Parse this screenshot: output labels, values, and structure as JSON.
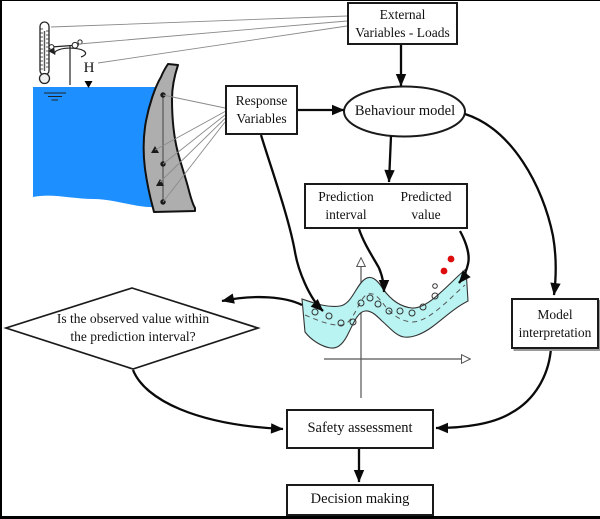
{
  "nodes": {
    "external_variables": {
      "line1": "External",
      "line2": "Variables - Loads"
    },
    "response_variables": {
      "line1": "Response",
      "line2": "Variables"
    },
    "behaviour_model": {
      "label": "Behaviour model"
    },
    "prediction_interval": {
      "line1": "Prediction",
      "line2": "interval"
    },
    "predicted_value": {
      "line1": "Predicted",
      "line2": "value"
    },
    "observed_value_check": {
      "line1": "Is the observed value within",
      "line2": "the prediction interval?"
    },
    "model_interpretation": {
      "line1": "Model",
      "line2": "interpretation"
    },
    "safety_assessment": {
      "label": "Safety assessment"
    },
    "decision_making": {
      "label": "Decision making"
    }
  },
  "dam_illustration": {
    "head_label": "H"
  },
  "colors": {
    "water": "#1d8fff",
    "band": "#b9f4f2",
    "dam": "#aeaeae",
    "marker_red": "#dd0d0d",
    "ink": "#000000"
  }
}
